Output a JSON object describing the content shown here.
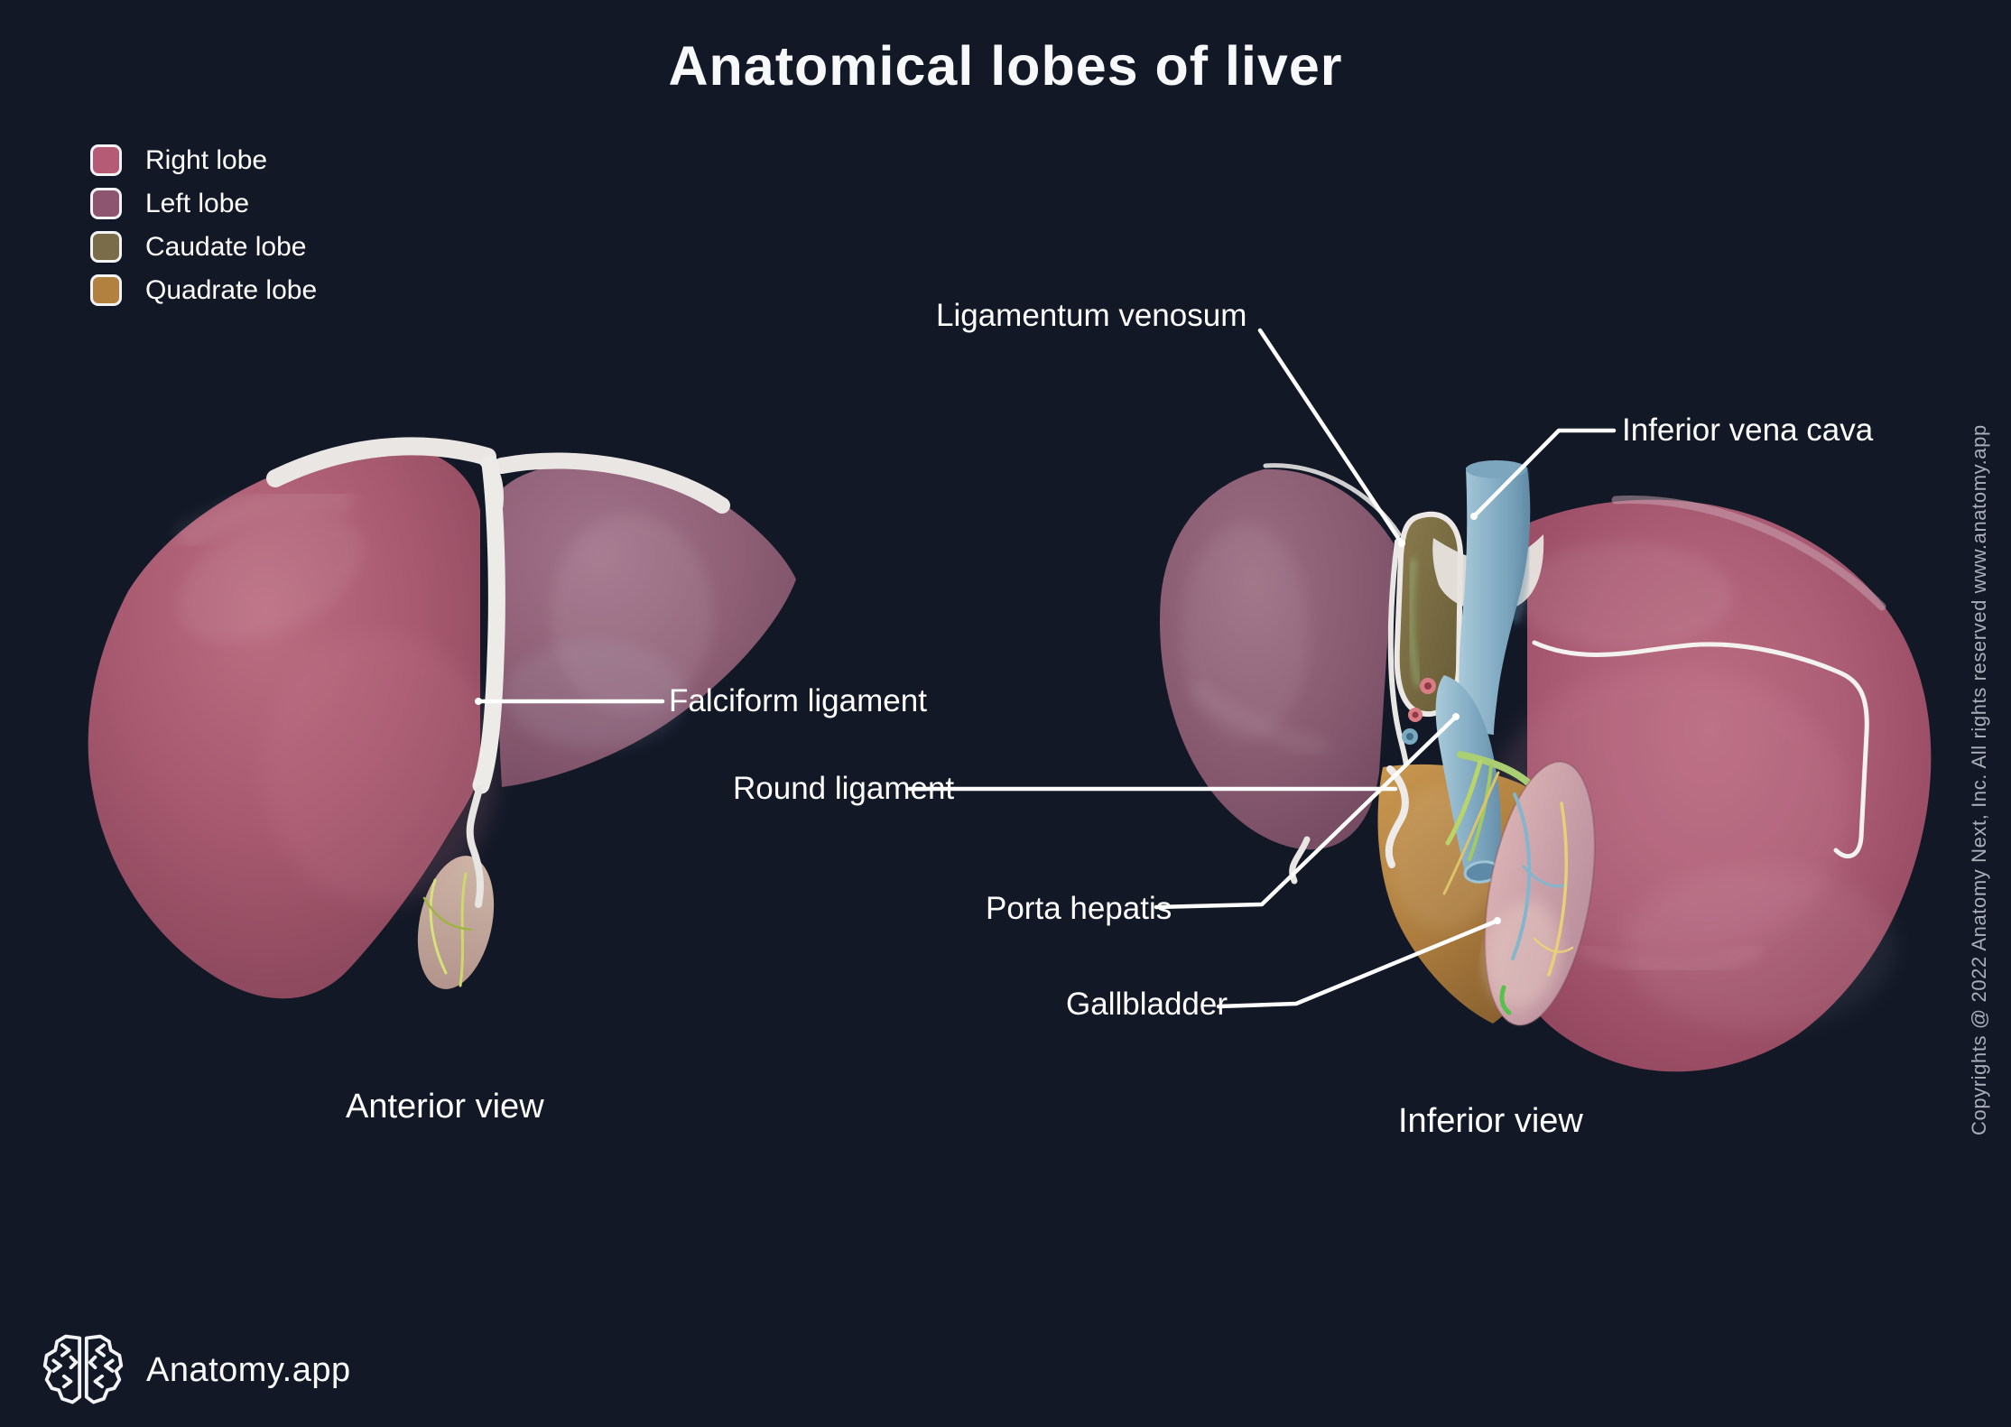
{
  "title": "Anatomical lobes of liver",
  "legend": {
    "items": [
      {
        "label": "Right lobe",
        "color": "#b55b75"
      },
      {
        "label": "Left lobe",
        "color": "#8e5571"
      },
      {
        "label": "Caudate lobe",
        "color": "#7a6c49"
      },
      {
        "label": "Quadrate lobe",
        "color": "#b3813f"
      }
    ]
  },
  "annotations": {
    "ligamentum_venosum": "Ligamentum venosum",
    "inferior_vena_cava": "Inferior vena cava",
    "falciform_ligament": "Falciform ligament",
    "round_ligament": "Round ligament",
    "porta_hepatis": "Porta hepatis",
    "gallbladder": "Gallbladder"
  },
  "figures": {
    "anterior": {
      "caption": "Anterior view"
    },
    "inferior": {
      "caption": "Inferior view"
    }
  },
  "branding": {
    "logo_icon": "brain-icon",
    "logo_text": "Anatomy.app"
  },
  "copyright": "Copyrights @ 2022 Anatomy Next, Inc. All rights reserved www.anatomy.app",
  "colors": {
    "background": "#131827",
    "right_lobe": "#b55b75",
    "left_lobe": "#8e5571",
    "caudate_lobe": "#7a6c49",
    "quadrate_lobe": "#b3813f",
    "inferior_vena_cava_blue": "#85aec6",
    "gallbladder_pink": "#d4a9ac",
    "ligament_white": "#ebe8e5",
    "label_text": "#ffffff",
    "copyright_text": "#a9aeb8"
  }
}
